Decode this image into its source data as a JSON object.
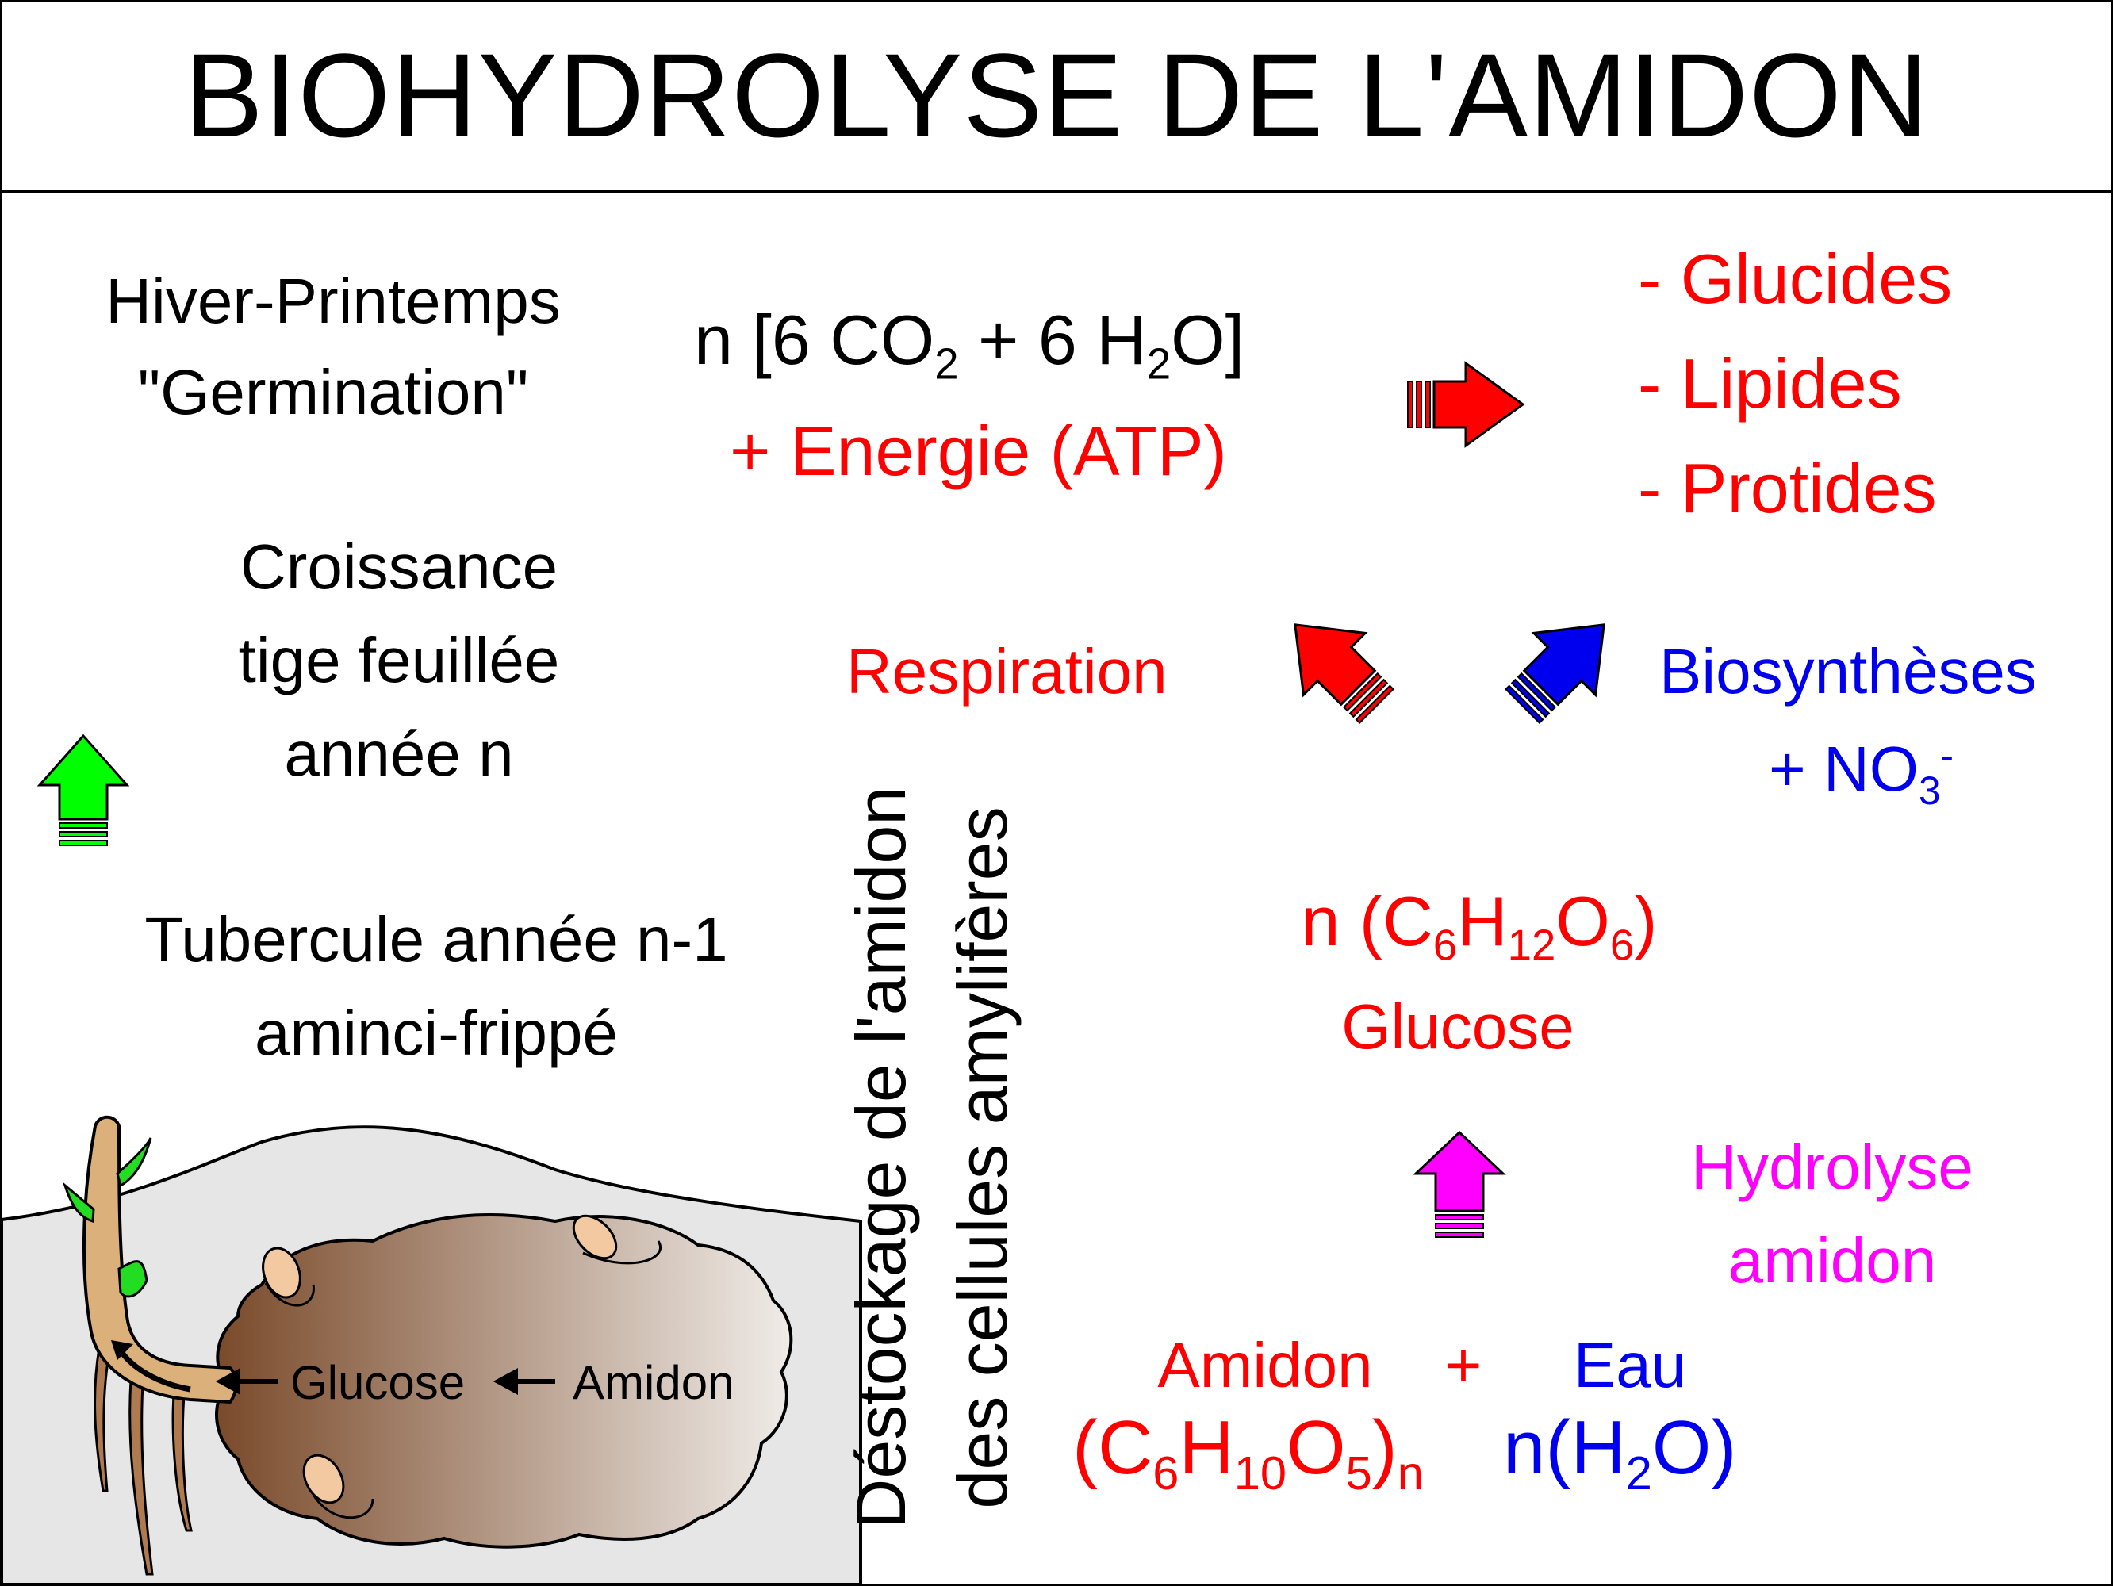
{
  "title": "BIOHYDROLYSE DE L'AMIDON",
  "season": {
    "line1": "Hiver-Printemps",
    "line2": "\"Germination\""
  },
  "equation": {
    "n": "n [6 CO",
    "mid": " + 6 H",
    "end": "O]",
    "sub2": "2",
    "energy": "+ Energie (ATP)"
  },
  "products": [
    "- Glucides",
    "- Lipides",
    "- Protides"
  ],
  "growth": {
    "line1": "Croissance",
    "line2": "tige feuillée",
    "line3": "année n"
  },
  "tuber": {
    "line1": "Tubercule année n-1",
    "line2": "aminci-frippé"
  },
  "respiration": "Respiration",
  "biosynthesis": {
    "line1": "Biosynthèses",
    "line2": "+ NO",
    "sub": "3",
    "sup": "-"
  },
  "destockage": {
    "line1": "Déstockage de l'amidon",
    "line2": "des cellules amylifères"
  },
  "glucose": {
    "formula_pre": "n (C",
    "s6": "6",
    "h": "H",
    "s12": "12",
    "o": "O",
    "close": ")",
    "name": "Glucose"
  },
  "hydrolysis": {
    "line1": "Hydrolyse",
    "line2": "amidon"
  },
  "reactants": {
    "amidon": "Amidon",
    "plus": "+",
    "eau": "Eau",
    "amidon_formula": {
      "pre": "(C",
      "s6": "6",
      "h": "H",
      "s10": "10",
      "o": "O",
      "s5": "5",
      "close": ")",
      "n": "n"
    },
    "eau_formula": {
      "pre": "n(H",
      "s2": "2",
      "post": "O)"
    }
  },
  "illustration": {
    "glucose_label": "Glucose",
    "amidon_label": "Amidon"
  },
  "colors": {
    "red": "#ff0000",
    "blue": "#0000ee",
    "magenta": "#ff00ff",
    "green": "#00ff00"
  }
}
